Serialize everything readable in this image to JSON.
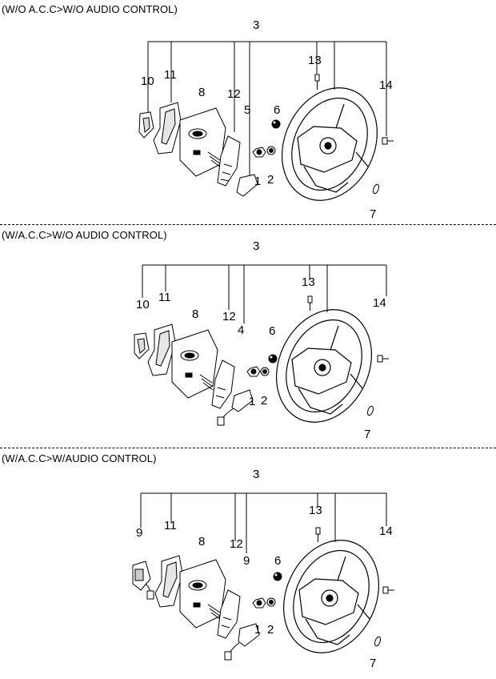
{
  "sections": [
    {
      "title": "(W/O A.C.C>W/O AUDIO CONTROL)",
      "labels": {
        "top": "3",
        "a": "10",
        "b": "11",
        "c": "8",
        "d": "12",
        "e": "5",
        "f": "6",
        "g": "1",
        "h": "2",
        "i": "13",
        "j": "14",
        "k": "7"
      }
    },
    {
      "title": "(W/A.C.C>W/O AUDIO CONTROL)",
      "labels": {
        "top": "3",
        "a": "10",
        "b": "11",
        "c": "8",
        "d": "12",
        "e": "4",
        "f": "6",
        "g": "1",
        "h": "2",
        "i": "13",
        "j": "14",
        "k": "7"
      }
    },
    {
      "title": "(W/A.C.C>W/AUDIO CONTROL)",
      "labels": {
        "top": "3",
        "a": "9",
        "b": "11",
        "c": "8",
        "d": "12",
        "e": "9",
        "f": "6",
        "g": "1",
        "h": "2",
        "i": "13",
        "j": "14",
        "k": "7"
      }
    }
  ],
  "icons": [
    "steering-wheel-icon",
    "airbag-module-icon",
    "cover-icon",
    "switch-icon",
    "nut-icon",
    "bolt-icon",
    "clip-icon"
  ]
}
